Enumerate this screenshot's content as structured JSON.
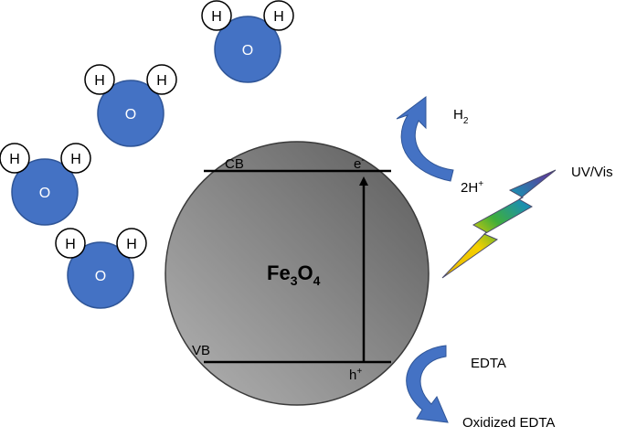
{
  "colors": {
    "water_oxygen": "#4472C4",
    "water_oxygen_stroke": "#2F5597",
    "particle_light": "#b4b4b4",
    "particle_dark": "#5c5c5c",
    "arrow_blue": "#4472C4"
  },
  "water_molecules": [
    {
      "atoms": [
        "H",
        "H",
        "O"
      ]
    },
    {
      "atoms": [
        "H",
        "H",
        "O"
      ]
    },
    {
      "atoms": [
        "H",
        "H",
        "O"
      ]
    },
    {
      "atoms": [
        "H",
        "H",
        "O"
      ]
    }
  ],
  "particle": {
    "formula_main_1": "Fe",
    "formula_sub_1": "3",
    "formula_main_2": "O",
    "formula_sub_2": "4"
  },
  "bands": {
    "cb_label": "CB",
    "vb_label": "VB",
    "electron_base": "e",
    "electron_sup": "-",
    "hole_base": "h",
    "hole_sup": "+"
  },
  "reduction": {
    "product_base": "H",
    "product_sub": "2",
    "reactant_base": "2H",
    "reactant_sup": "+"
  },
  "oxidation": {
    "reactant": "EDTA",
    "product": "Oxidized EDTA"
  },
  "light": {
    "label": "UV/Vis",
    "icon": "lightning-bolt-icon"
  }
}
